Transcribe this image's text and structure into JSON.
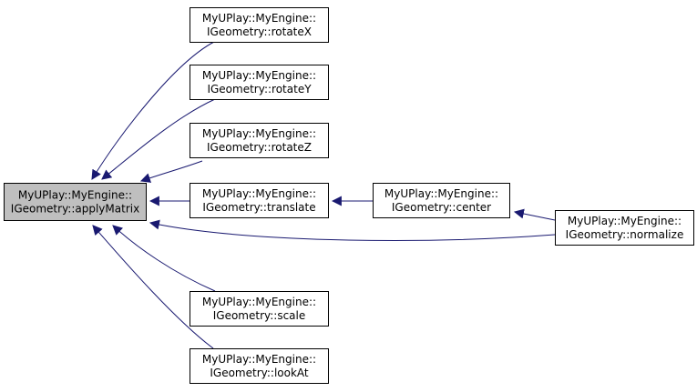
{
  "diagram": {
    "nodes": [
      {
        "id": "applyMatrix",
        "line1": "MyUPlay::MyEngine::",
        "line2": "IGeometry::applyMatrix",
        "highlighted": true
      },
      {
        "id": "rotateX",
        "line1": "MyUPlay::MyEngine::",
        "line2": "IGeometry::rotateX",
        "highlighted": false
      },
      {
        "id": "rotateY",
        "line1": "MyUPlay::MyEngine::",
        "line2": "IGeometry::rotateY",
        "highlighted": false
      },
      {
        "id": "rotateZ",
        "line1": "MyUPlay::MyEngine::",
        "line2": "IGeometry::rotateZ",
        "highlighted": false
      },
      {
        "id": "translate",
        "line1": "MyUPlay::MyEngine::",
        "line2": "IGeometry::translate",
        "highlighted": false
      },
      {
        "id": "center",
        "line1": "MyUPlay::MyEngine::",
        "line2": "IGeometry::center",
        "highlighted": false
      },
      {
        "id": "normalize",
        "line1": "MyUPlay::MyEngine::",
        "line2": "IGeometry::normalize",
        "highlighted": false
      },
      {
        "id": "scale",
        "line1": "MyUPlay::MyEngine::",
        "line2": "IGeometry::scale",
        "highlighted": false
      },
      {
        "id": "lookAt",
        "line1": "MyUPlay::MyEngine::",
        "line2": "IGeometry::lookAt",
        "highlighted": false
      }
    ],
    "edges": [
      {
        "from": "rotateX",
        "to": "applyMatrix"
      },
      {
        "from": "rotateY",
        "to": "applyMatrix"
      },
      {
        "from": "rotateZ",
        "to": "applyMatrix"
      },
      {
        "from": "translate",
        "to": "applyMatrix"
      },
      {
        "from": "normalize",
        "to": "applyMatrix"
      },
      {
        "from": "scale",
        "to": "applyMatrix"
      },
      {
        "from": "lookAt",
        "to": "applyMatrix"
      },
      {
        "from": "center",
        "to": "translate"
      },
      {
        "from": "normalize",
        "to": "center"
      }
    ],
    "colors": {
      "edge": "#191970",
      "node_border": "#000000",
      "node_fill": "#ffffff",
      "highlight_fill": "#bfbfbf"
    }
  }
}
